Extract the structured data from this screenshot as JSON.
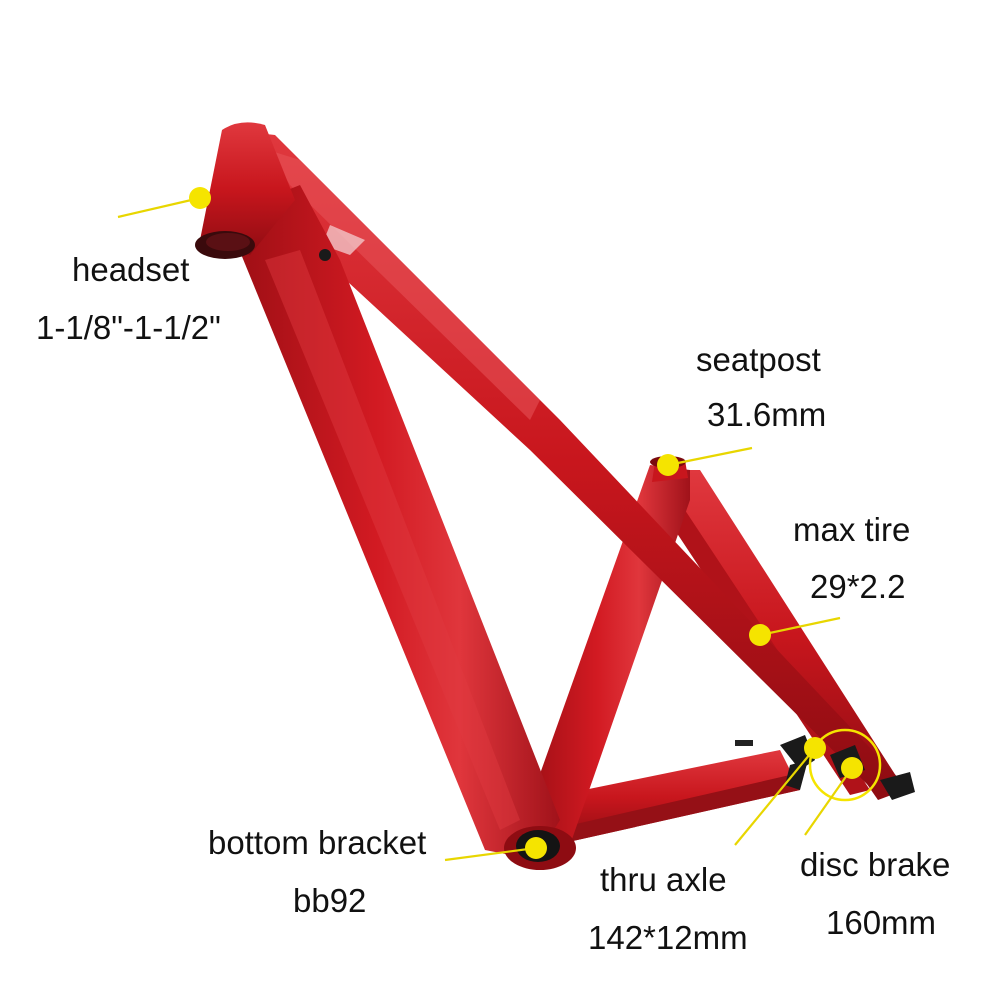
{
  "colors": {
    "frame_red": "#c8161d",
    "frame_dark": "#8e0c12",
    "frame_highlight": "#e8545a",
    "marker_yellow": "#f5e400",
    "leader_line": "#e8d600",
    "text": "#111111"
  },
  "labels": {
    "headset": {
      "name": "headset",
      "spec": "1-1/8\"-1-1/2\""
    },
    "seatpost": {
      "name": "seatpost",
      "spec": "31.6mm"
    },
    "max_tire": {
      "name": "max tire",
      "spec": "29*2.2"
    },
    "bottom_bracket": {
      "name": "bottom bracket",
      "spec": "bb92"
    },
    "thru_axle": {
      "name": "thru axle",
      "spec": "142*12mm"
    },
    "disc_brake": {
      "name": "disc brake",
      "spec": "160mm"
    }
  }
}
